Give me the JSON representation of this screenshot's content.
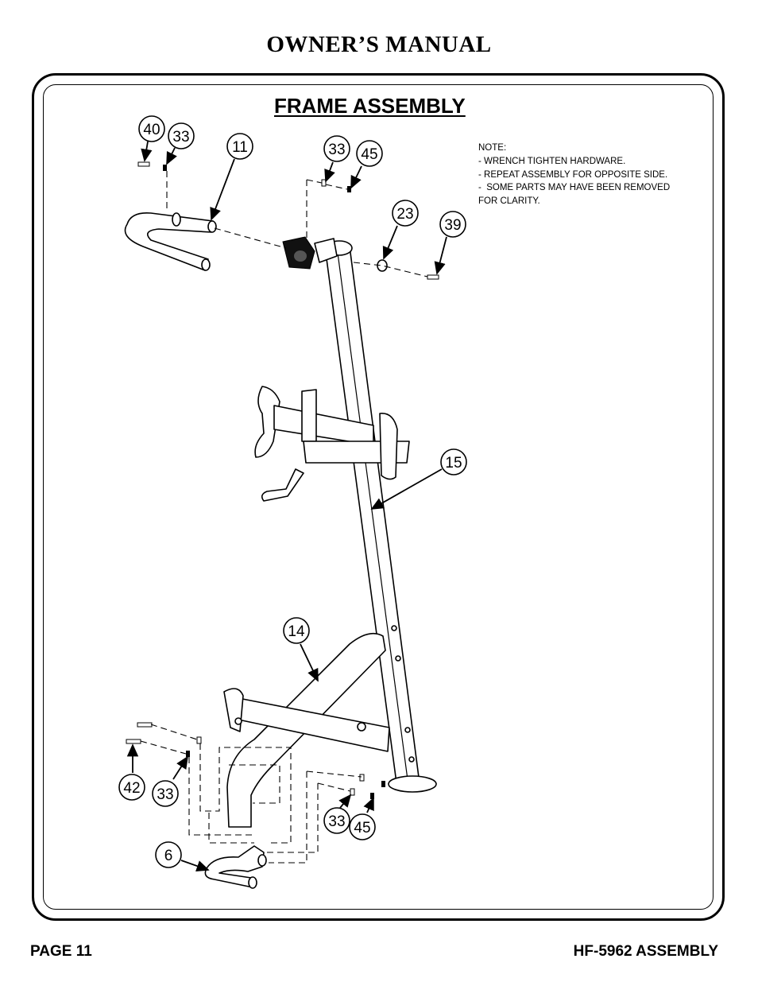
{
  "header": {
    "title": "OWNER’S MANUAL"
  },
  "section": {
    "title": "FRAME ASSEMBLY"
  },
  "notes": [
    "NOTE:",
    "- WRENCH TIGHTEN HARDWARE.",
    "- REPEAT ASSEMBLY FOR OPPOSITE SIDE.",
    "-  SOME PARTS MAY HAVE BEEN REMOVED",
    "FOR CLARITY."
  ],
  "callouts": {
    "c40": "40",
    "c33a": "33",
    "c11": "11",
    "c33b": "33",
    "c45a": "45",
    "c23": "23",
    "c39": "39",
    "c15": "15",
    "c14": "14",
    "c42": "42",
    "c33c": "33",
    "c33d": "33",
    "c45b": "45",
    "c6": "6"
  },
  "footer": {
    "page": "PAGE 11",
    "model": "HF-5962 ASSEMBLY"
  }
}
